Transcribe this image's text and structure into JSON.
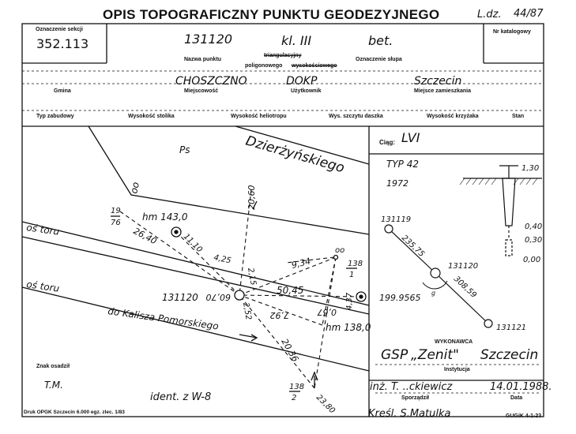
{
  "header": {
    "title": "OPIS TOPOGRAFICZNY PUNKTU GEODEZYJNEGO",
    "ldz_label": "L.dz.",
    "ldz_value": "44/87"
  },
  "top_fields": {
    "sekcja_label": "Oznaczenie sekcji",
    "sekcja_value": "352.113",
    "nr_katalogowy_label": "Nr katalogowy",
    "point_number": "131120",
    "point_class": "kl. III",
    "point_type": "bet.",
    "nazwa_punktu_label": "Nazwa punktu",
    "triangulacyjny": "triangulacyjny",
    "poligonowy": "poligonowego",
    "wysokosciowy": "wysokościowego",
    "oznaczenie_slupa_label": "Oznaczenie słupa"
  },
  "location": {
    "gmina_value": "CHOSZCZNO",
    "uzytkownik_value": "DOKP",
    "miejsce_value": "Szczecin",
    "gmina_label": "Gmina",
    "miejscowosc_label": "Miejscowość",
    "uzytkownik_label": "Użytkownik",
    "miejsce_label": "Miejsce zamieszkania"
  },
  "heights_row": {
    "typ_zabudowy": "Typ zabudowy",
    "wys_stolika": "Wysokość stolika",
    "wys_heliotropu": "Wysokość heliotropu",
    "wys_szczytu_daszka": "Wys. szczytu daszka",
    "wys_krzyzaka": "Wysokość krzyżaka",
    "stan": "Stan"
  },
  "sketch": {
    "street": "Dzierżyńskiego",
    "ps": "Ps",
    "oo_road": "oo",
    "d2060": "20,60",
    "frac1_top": "19",
    "frac1_bottom": "76",
    "hm1430": "hm 143,0",
    "os_toru_1": "oś toru",
    "os_toru_2": "oś toru",
    "d2640": "26,40",
    "d1110": "11,10",
    "d425": "4,25",
    "d934": "9,34",
    "oo_small": "oo",
    "frac2_top": "138",
    "frac2_bottom": "1",
    "d215": "2,15",
    "d6070": "60,70",
    "d5045": "50,45",
    "pt_label": "131120",
    "d252": "2,52",
    "d792": "7,92",
    "d067": "0,67",
    "d437": "4,37",
    "do_kalisza": "do Kalisza Pomorskiego",
    "hm1380": "hm 138,0",
    "d2036": "20,36",
    "frac3_top": "138",
    "frac3_bottom": "2",
    "d2380": "23,80"
  },
  "right_panel": {
    "ciag_label": "Ciąg:",
    "ciag_value": "LVI",
    "typ": "TYP 42",
    "year": "1972",
    "h130": "1,30",
    "h040": "0,40",
    "h030": "0,30",
    "h000": "0,00",
    "pt131119": "131119",
    "d23575": "235,75",
    "pt131120": "131120",
    "d30859": "308,59",
    "angle": "199.9565",
    "angle_unit": "g",
    "pt131121": "131121"
  },
  "footer_right": {
    "wykonawca_label": "WYKONAWCA",
    "wykonawca_value_1": "GSP",
    "wykonawca_value_2": "„Zenit\"",
    "wykonawca_value_3": "Szczecin",
    "instytucja_label": "Instytucja",
    "sporzadzil_value": "inż. T. ..ckiewicz",
    "data_value": "14.01.1988.",
    "sporzadzil_label": "Sporządził",
    "data_label": "Data",
    "kresl": "Kreśl. S.Matulka",
    "gugik": "GUGiK 4-1-23"
  },
  "footer_left": {
    "znak_label": "Znak osadził",
    "znak_value": "T.M.",
    "ident": "ident. z W-8",
    "druk": "Druk OPGK Szczecin 6.000 egz. zlec. 1/83"
  }
}
